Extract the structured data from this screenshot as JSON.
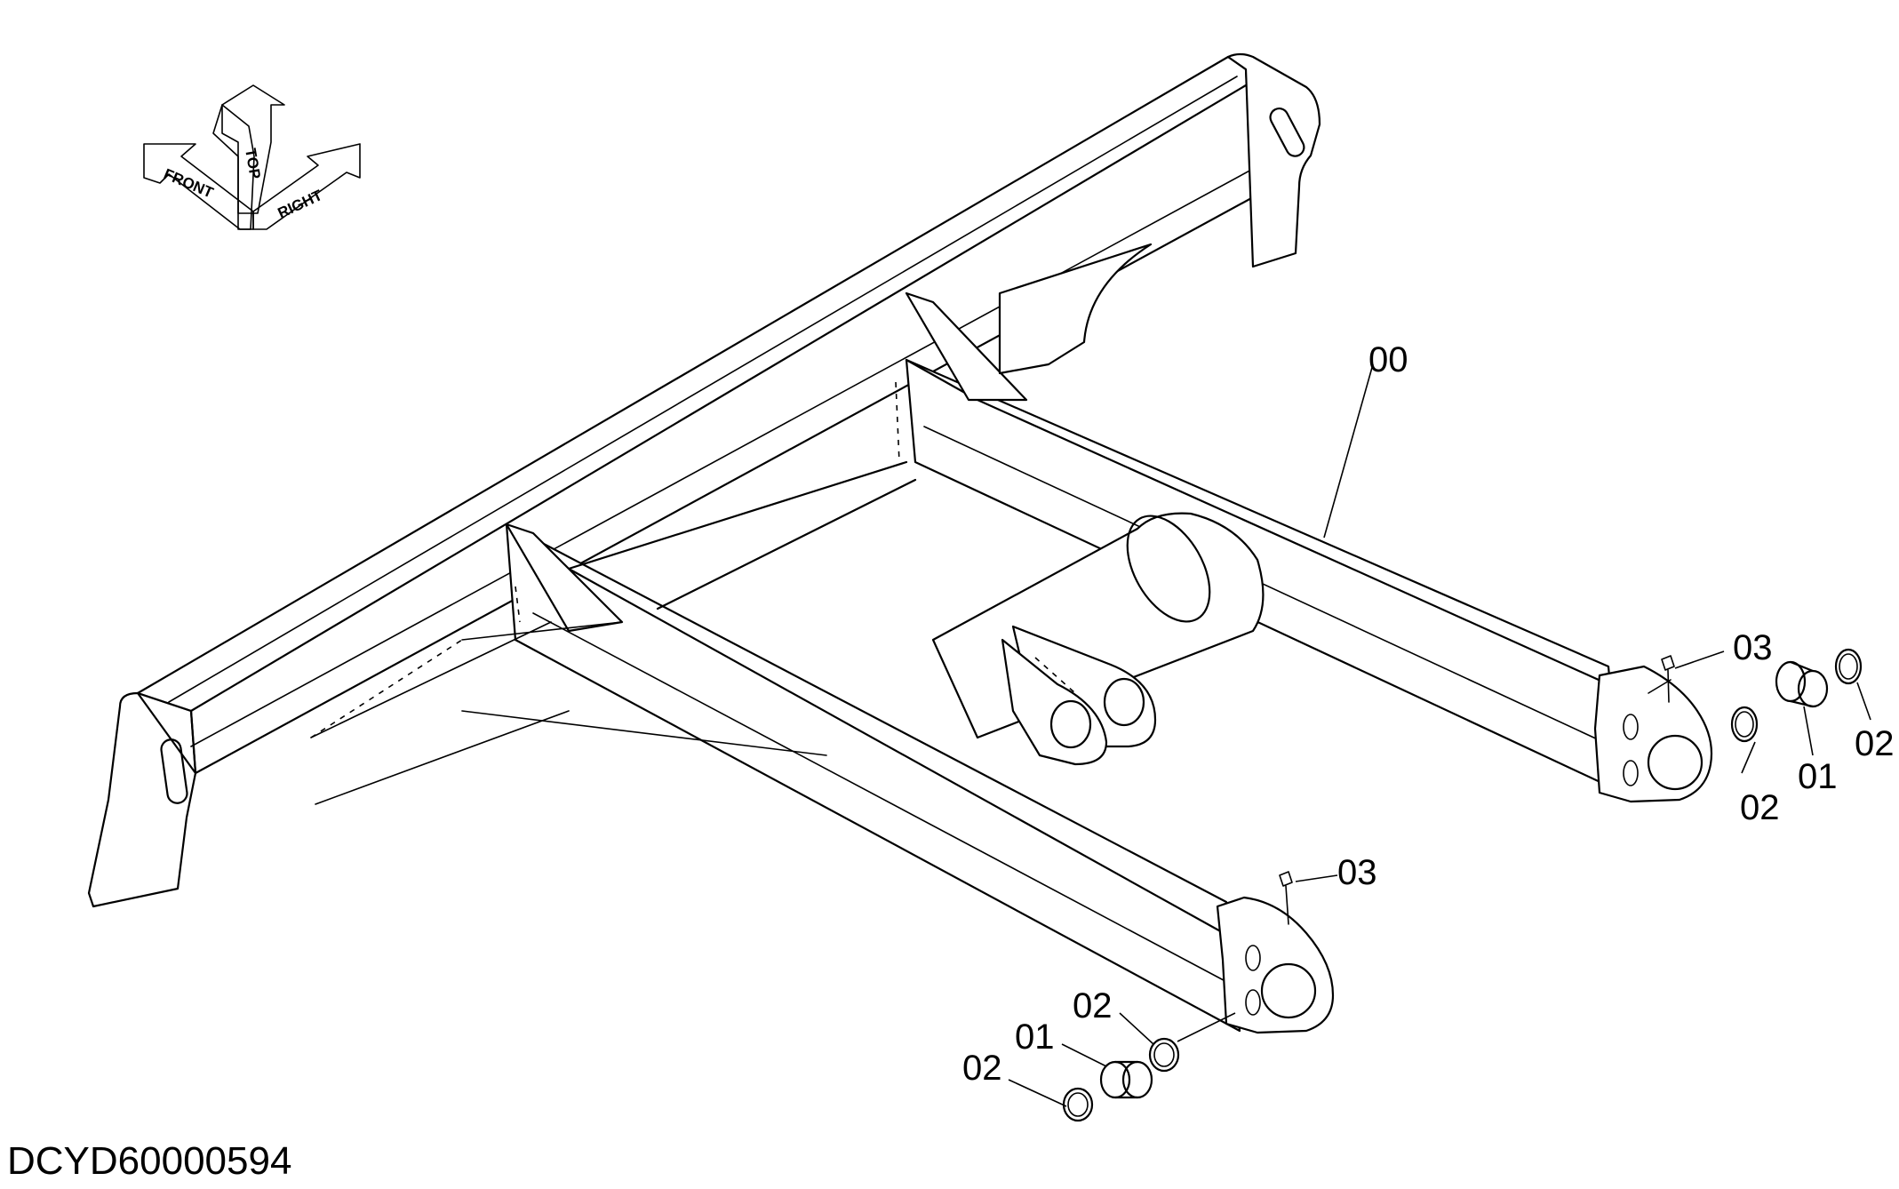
{
  "orientation_indicator": {
    "labels": {
      "front": "FRONT",
      "top": "TOP",
      "right": "RIGHT"
    }
  },
  "callouts": {
    "frame": "00",
    "bushing_right": "01",
    "bushing_left": "01",
    "washer_right_inner": "02",
    "washer_right_outer": "02",
    "washer_left_inner": "02",
    "washer_left_outer": "02",
    "grease_nipple_right": "03",
    "grease_nipple_left": "03"
  },
  "drawing_id": "DCYD60000594"
}
